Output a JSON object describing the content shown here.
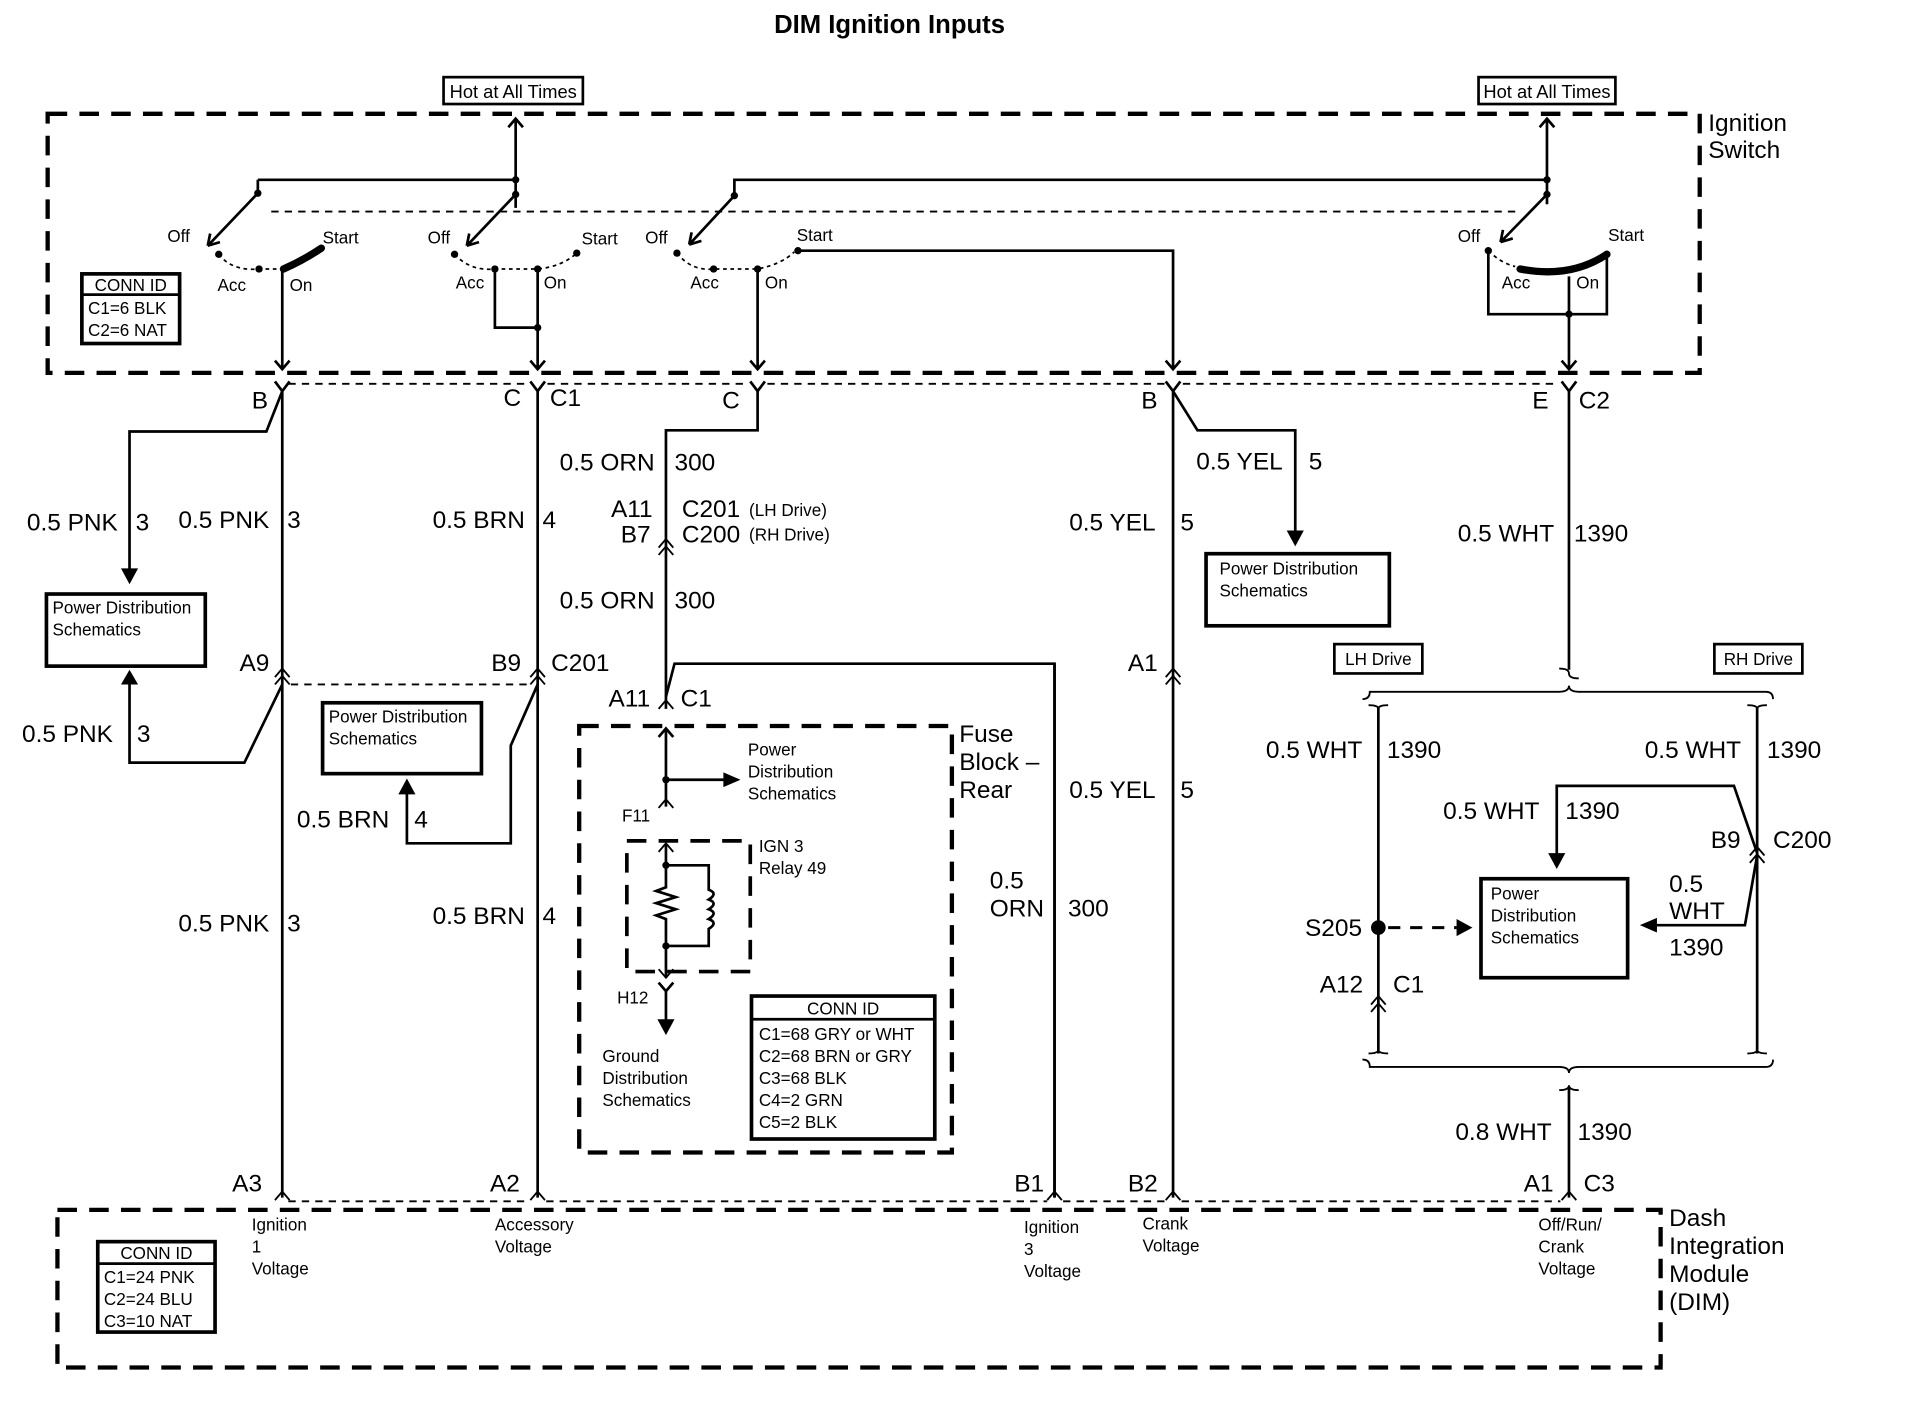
{
  "title": "DIM Ignition Inputs",
  "ignition_switch": {
    "label_line1": "Ignition",
    "label_line2": "Switch",
    "hot_label": "Hot at All Times",
    "positions": {
      "off": "Off",
      "acc": "Acc",
      "on": "On",
      "start": "Start"
    },
    "conn_id": {
      "header": "CONN ID",
      "rows": [
        "C1=6 BLK",
        "C2=6 NAT"
      ]
    }
  },
  "connectors_top": {
    "b1": "B",
    "c": "C",
    "c1": "C1",
    "c2_pin": "C",
    "b2": "B",
    "e": "E",
    "c2": "C2"
  },
  "wires": {
    "pnk": "0.5 PNK",
    "pnk_num": "3",
    "brn": "0.5 BRN",
    "brn_num": "4",
    "orn": "0.5 ORN",
    "orn_num": "300",
    "orn_split1": "0.5",
    "orn_split2": "ORN",
    "yel": "0.5 YEL",
    "yel_num": "5",
    "wht": "0.5 WHT",
    "wht_num": "1390",
    "wht_split1": "0.5",
    "wht_split2": "WHT",
    "wht08": "0.8 WHT"
  },
  "inline_connectors": {
    "a11": "A11",
    "b7": "B7",
    "c201_lh": "C201",
    "lh_note": "(LH Drive)",
    "c200_rh": "C200",
    "rh_note": "(RH Drive)",
    "a9": "A9",
    "b9": "B9",
    "c201": "C201",
    "a11_c1": "A11",
    "c1": "C1",
    "a1": "A1",
    "s205": "S205",
    "a12": "A12",
    "c1b": "C1",
    "b9r": "B9",
    "c200": "C200"
  },
  "pds_label_line1": "Power Distribution",
  "pds_label_line2": "Schematics",
  "pds_small": {
    "l1": "Power",
    "l2": "Distribution",
    "l3": "Schematics"
  },
  "fuse_block": {
    "label_line1": "Fuse",
    "label_line2": "Block –",
    "label_line3": "Rear",
    "f11": "F11",
    "h12": "H12",
    "relay_line1": "IGN 3",
    "relay_line2": "Relay 49",
    "ground_l1": "Ground",
    "ground_l2": "Distribution",
    "ground_l3": "Schematics",
    "conn_id": {
      "header": "CONN ID",
      "rows": [
        "C1=68 GRY or WHT",
        "C2=68 BRN or GRY",
        "C3=68 BLK",
        "C4=2 GRN",
        "C5=2 BLK"
      ]
    }
  },
  "drive_tags": {
    "lh": "LH Drive",
    "rh": "RH Drive"
  },
  "dim": {
    "label_lines": [
      "Dash",
      "Integration",
      "Module",
      "(DIM)"
    ],
    "pins": {
      "a3": "A3",
      "a2": "A2",
      "b1": "B1",
      "b2": "B2",
      "a1": "A1",
      "c3": "C3"
    },
    "inputs": {
      "ign1": [
        "Ignition",
        "1",
        "Voltage"
      ],
      "acc": [
        "Accessory",
        "Voltage"
      ],
      "ign3": [
        "Ignition",
        "3",
        "Voltage"
      ],
      "crank": [
        "Crank",
        "Voltage"
      ],
      "orc": [
        "Off/Run/",
        "Crank",
        "Voltage"
      ]
    },
    "conn_id": {
      "header": "CONN ID",
      "rows": [
        "C1=24 PNK",
        "C2=24 BLU",
        "C3=10 NAT"
      ]
    }
  }
}
